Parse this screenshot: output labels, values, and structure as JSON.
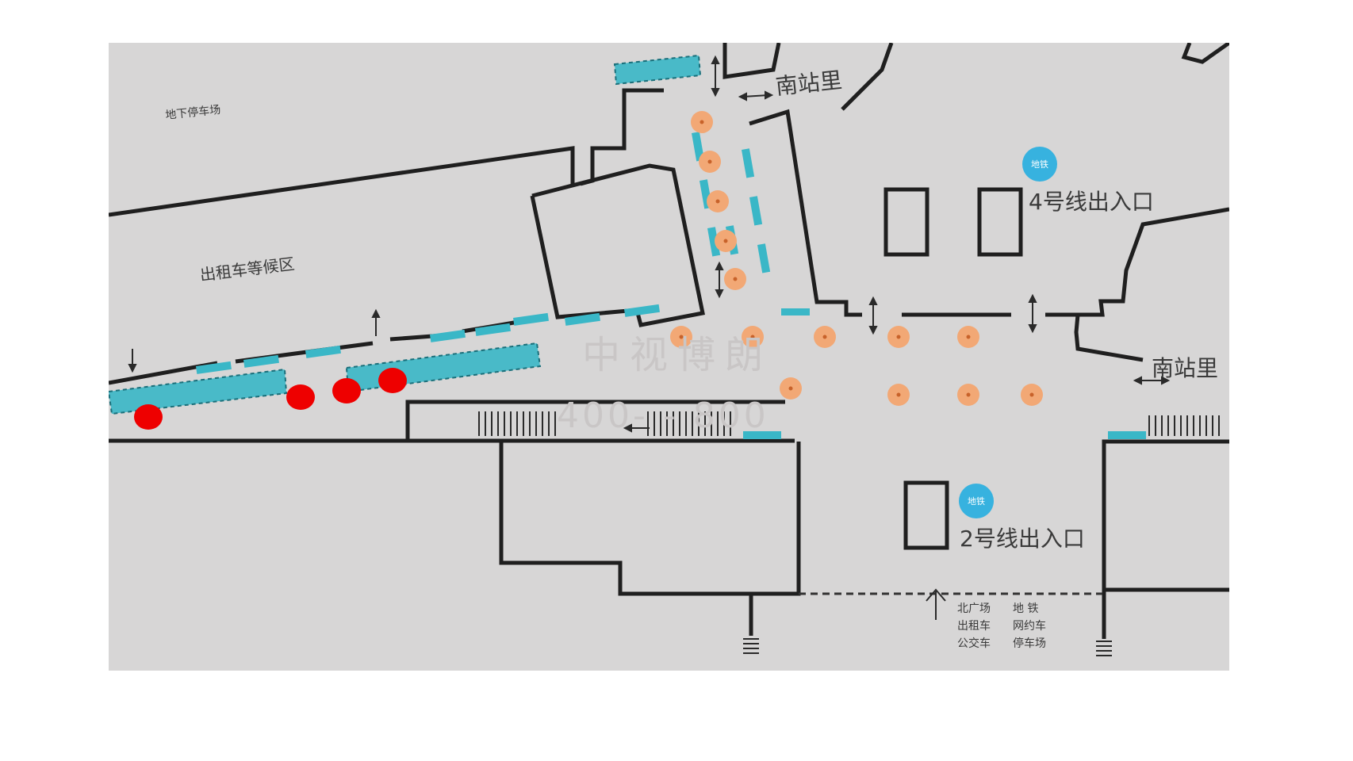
{
  "map": {
    "areas": {
      "underground_parking": "地下停车场",
      "taxi_waiting": "出租车等候区"
    },
    "streets": {
      "nanzhanli_top": "南站里",
      "nanzhanli_right": "南站里"
    },
    "metro": {
      "badge": "地铁",
      "line4_entrance": "4号线出入口",
      "line2_entrance": "2号线出入口"
    },
    "direction_sign": {
      "row1": [
        "北广场",
        "地 铁"
      ],
      "row2": [
        "出租车",
        "网约车"
      ],
      "row3": [
        "公交车",
        "停车场"
      ]
    },
    "watermark": {
      "line1": "中视博朗",
      "line2": "400-  -  800"
    },
    "colors": {
      "background": "#d7d6d6",
      "wall": "#1f1f1f",
      "lane_cyan": "#3ab7c7",
      "orange_marker": "#f2a875",
      "red_marker": "#ee0000",
      "metro_badge": "#37b2df"
    }
  }
}
